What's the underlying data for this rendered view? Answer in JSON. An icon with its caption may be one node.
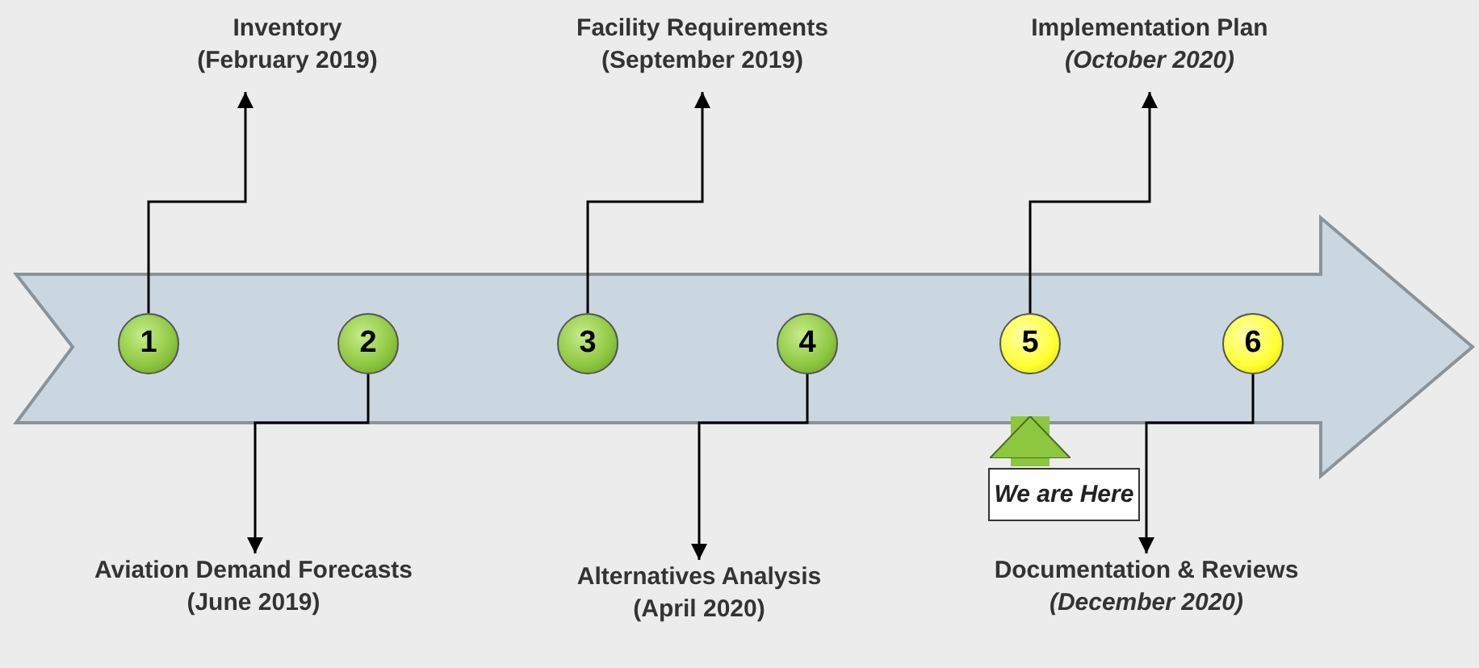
{
  "diagram": {
    "nodes": [
      {
        "text": [
          "Inventory",
          "(February 2019)"
        ]
      },
      {
        "text": [
          "Facility Requirements",
          "(September 2019)"
        ]
      },
      {
        "text": [
          "Implementation Plan",
          "(October 2020)"
        ]
      },
      {
        "text": [
          "1"
        ]
      },
      {
        "text": [
          "2"
        ]
      },
      {
        "text": [
          "3"
        ]
      },
      {
        "text": [
          "4"
        ]
      },
      {
        "text": [
          "5"
        ]
      },
      {
        "text": [
          "6"
        ]
      },
      {
        "text": [
          "We are Here"
        ]
      },
      {
        "text": [
          "Aviation Demand Forecasts",
          "(June 2019)"
        ]
      },
      {
        "text": [
          "Alternatives Analysis",
          "(April 2020)"
        ]
      },
      {
        "text": [
          "Documentation & Reviews",
          "(December 2020)"
        ]
      }
    ],
    "edges": [
      {
        "from": 3,
        "to": 0,
        "arrow": "to"
      },
      {
        "from": 4,
        "to": 10,
        "arrow": "to"
      },
      {
        "from": 5,
        "to": 1,
        "arrow": "to"
      },
      {
        "from": 6,
        "to": 11,
        "arrow": "to"
      },
      {
        "from": 7,
        "to": 2,
        "arrow": "to"
      },
      {
        "from": 8,
        "to": 12,
        "arrow": "to"
      },
      {
        "from": 9,
        "to": 7,
        "arrow": "to",
        "style": "thick",
        "color": "#8dc63f"
      }
    ]
  }
}
